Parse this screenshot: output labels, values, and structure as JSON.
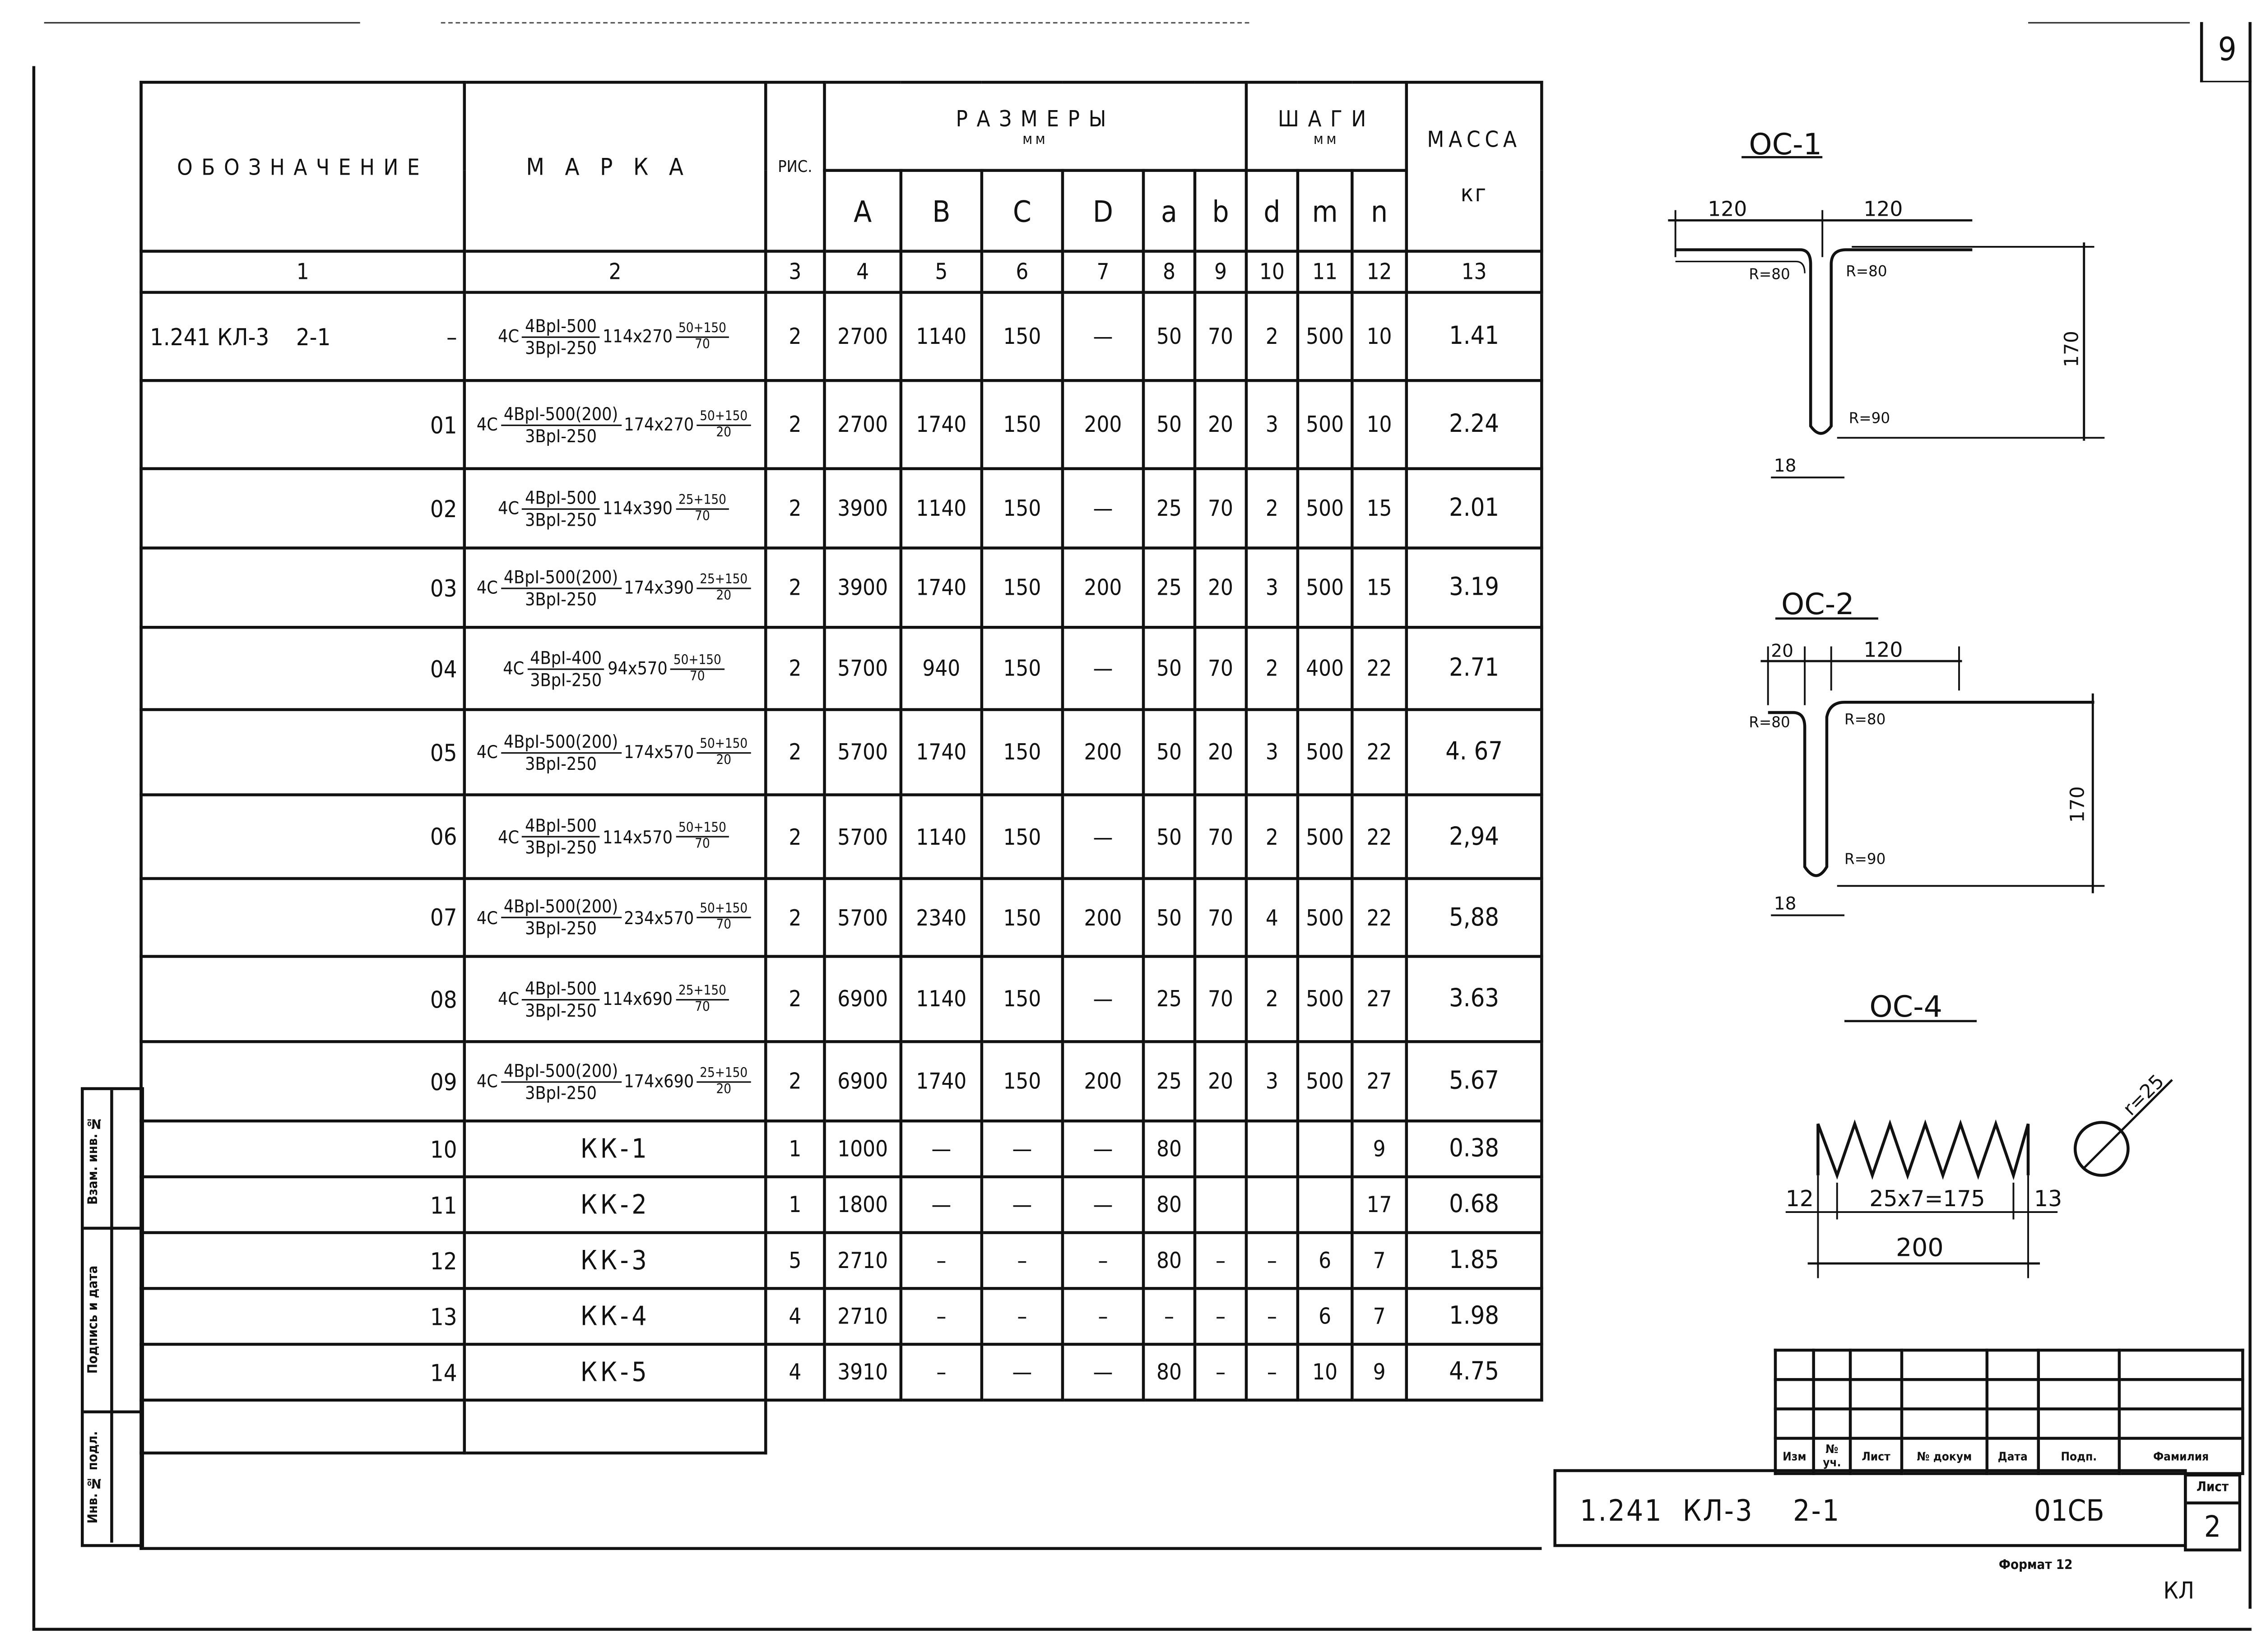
{
  "sheet_corner_number": "9",
  "table": {
    "headers": {
      "designation": "ОБОЗНАЧЕНИЕ",
      "mark": "МАРКА",
      "fig": "РИС.",
      "sizes": "РАЗМЕРЫ",
      "sizes_unit": "мм",
      "steps": "ШАГИ",
      "steps_unit": "мм",
      "mass": "МАССА",
      "mass_unit": "кг",
      "size_cols": [
        "A",
        "B",
        "C",
        "D",
        "a",
        "b"
      ],
      "step_cols": [
        "d",
        "m",
        "n"
      ]
    },
    "column_numbers": [
      "1",
      "2",
      "3",
      "4",
      "5",
      "6",
      "7",
      "8",
      "9",
      "10",
      "11",
      "12",
      "13"
    ],
    "rows": [
      {
        "prefix": "1.241 КЛ-3    2-1",
        "suffix": "–",
        "mark": {
          "coef": "4С",
          "num": "4ВрI-500",
          "den": "3ВрI-250",
          "dims": "114x270",
          "step_num": "50+150",
          "step_den": "70"
        },
        "fig": "2",
        "A": "2700",
        "B": "1140",
        "C": "150",
        "D": "—",
        "a": "50",
        "b": "70",
        "d": "2",
        "m": "500",
        "n": "10",
        "mass": "1.41"
      },
      {
        "prefix": "",
        "suffix": "01",
        "mark": {
          "coef": "4С",
          "num": "4ВрI-500(200)",
          "den": "3ВрI-250",
          "dims": "174x270",
          "step_num": "50+150",
          "step_den": "20"
        },
        "fig": "2",
        "A": "2700",
        "B": "1740",
        "C": "150",
        "D": "200",
        "a": "50",
        "b": "20",
        "d": "3",
        "m": "500",
        "n": "10",
        "mass": "2.24"
      },
      {
        "prefix": "",
        "suffix": "02",
        "mark": {
          "coef": "4С",
          "num": "4ВрI-500",
          "den": "3ВрI-250",
          "dims": "114x390",
          "step_num": "25+150",
          "step_den": "70"
        },
        "fig": "2",
        "A": "3900",
        "B": "1140",
        "C": "150",
        "D": "—",
        "a": "25",
        "b": "70",
        "d": "2",
        "m": "500",
        "n": "15",
        "mass": "2.01"
      },
      {
        "prefix": "",
        "suffix": "03",
        "mark": {
          "coef": "4С",
          "num": "4ВрI-500(200)",
          "den": "3ВрI-250",
          "dims": "174x390",
          "step_num": "25+150",
          "step_den": "20"
        },
        "fig": "2",
        "A": "3900",
        "B": "1740",
        "C": "150",
        "D": "200",
        "a": "25",
        "b": "20",
        "d": "3",
        "m": "500",
        "n": "15",
        "mass": "3.19"
      },
      {
        "prefix": "",
        "suffix": "04",
        "mark": {
          "coef": "4С",
          "num": "4ВрI-400",
          "den": "3ВрI-250",
          "dims": "94x570",
          "step_num": "50+150",
          "step_den": "70"
        },
        "fig": "2",
        "A": "5700",
        "B": "940",
        "C": "150",
        "D": "—",
        "a": "50",
        "b": "70",
        "d": "2",
        "m": "400",
        "n": "22",
        "mass": "2.71"
      },
      {
        "prefix": "",
        "suffix": "05",
        "mark": {
          "coef": "4С",
          "num": "4ВрI-500(200)",
          "den": "3ВрI-250",
          "dims": "174x570",
          "step_num": "50+150",
          "step_den": "20"
        },
        "fig": "2",
        "A": "5700",
        "B": "1740",
        "C": "150",
        "D": "200",
        "a": "50",
        "b": "20",
        "d": "3",
        "m": "500",
        "n": "22",
        "mass": "4. 67"
      },
      {
        "prefix": "",
        "suffix": "06",
        "mark": {
          "coef": "4С",
          "num": "4ВрI-500",
          "den": "3ВрI-250",
          "dims": "114x570",
          "step_num": "50+150",
          "step_den": "70"
        },
        "fig": "2",
        "A": "5700",
        "B": "1140",
        "C": "150",
        "D": "—",
        "a": "50",
        "b": "70",
        "d": "2",
        "m": "500",
        "n": "22",
        "mass": "2,94"
      },
      {
        "prefix": "",
        "suffix": "07",
        "mark": {
          "coef": "4С",
          "num": "4ВрI-500(200)",
          "den": "3ВрI-250",
          "dims": "234x570",
          "step_num": "50+150",
          "step_den": "70"
        },
        "fig": "2",
        "A": "5700",
        "B": "2340",
        "C": "150",
        "D": "200",
        "a": "50",
        "b": "70",
        "d": "4",
        "m": "500",
        "n": "22",
        "mass": "5,88"
      },
      {
        "prefix": "",
        "suffix": "08",
        "mark": {
          "coef": "4С",
          "num": "4ВрI-500",
          "den": "3ВрI-250",
          "dims": "114x690",
          "step_num": "25+150",
          "step_den": "70"
        },
        "fig": "2",
        "A": "6900",
        "B": "1140",
        "C": "150",
        "D": "—",
        "a": "25",
        "b": "70",
        "d": "2",
        "m": "500",
        "n": "27",
        "mass": "3.63"
      },
      {
        "prefix": "",
        "suffix": "09",
        "mark": {
          "coef": "4С",
          "num": "4ВрI-500(200)",
          "den": "3ВрI-250",
          "dims": "174x690",
          "step_num": "25+150",
          "step_den": "20"
        },
        "fig": "2",
        "A": "6900",
        "B": "1740",
        "C": "150",
        "D": "200",
        "a": "25",
        "b": "20",
        "d": "3",
        "m": "500",
        "n": "27",
        "mass": "5.67"
      },
      {
        "prefix": "",
        "suffix": "10",
        "mark_text": "КК-1",
        "fig": "1",
        "A": "1000",
        "B": "—",
        "C": "—",
        "D": "—",
        "a": "80",
        "b": "",
        "d": "",
        "m": "",
        "n": "9",
        "mass": "0.38"
      },
      {
        "prefix": "",
        "suffix": "11",
        "mark_text": "КК-2",
        "fig": "1",
        "A": "1800",
        "B": "—",
        "C": "—",
        "D": "—",
        "a": "80",
        "b": "",
        "d": "",
        "m": "",
        "n": "17",
        "mass": "0.68"
      },
      {
        "prefix": "",
        "suffix": "12",
        "mark_text": "КК-3",
        "fig": "5",
        "A": "2710",
        "B": "–",
        "C": "–",
        "D": "–",
        "a": "80",
        "b": "–",
        "d": "–",
        "m": "6",
        "n": "7",
        "mass": "1.85"
      },
      {
        "prefix": "",
        "suffix": "13",
        "mark_text": "КК-4",
        "fig": "4",
        "A": "2710",
        "B": "–",
        "C": "–",
        "D": "–",
        "a": "–",
        "b": "–",
        "d": "–",
        "m": "6",
        "n": "7",
        "mass": "1.98"
      },
      {
        "prefix": "",
        "suffix": "14",
        "mark_text": "КК-5",
        "fig": "4",
        "A": "3910",
        "B": "–",
        "C": "—",
        "D": "—",
        "a": "80",
        "b": "–",
        "d": "–",
        "m": "10",
        "n": "9",
        "mass": "4.75"
      }
    ]
  },
  "side_stamp": {
    "replace_inv": "Взам. инв. №",
    "signature_date": "Подпись и дата",
    "inv_original": "Инв. № подл."
  },
  "drawings": {
    "oc1": {
      "title": "ОС-1",
      "dim_left": "120",
      "dim_right": "120",
      "radius_left": "R=80",
      "radius_right": "R=80",
      "radius_bottom": "R=90",
      "width": "18",
      "height": "170"
    },
    "oc2": {
      "title": "ОС-2",
      "dim_left": "20",
      "dim_right": "120",
      "radius_left": "R=80",
      "radius_right": "R=80",
      "radius_bottom": "R=90",
      "width": "18",
      "height": "170"
    },
    "oc4": {
      "title": "ОС-4",
      "radius": "r=25",
      "dim_left": "12",
      "dim_mid": "25x7=175",
      "dim_right": "13",
      "total": "200"
    }
  },
  "title_block": {
    "headers": [
      "Изм",
      "№ уч.",
      "Лист",
      "№ докум",
      "Дата",
      "Подп.",
      "Фамилия"
    ],
    "code": "1.241  КЛ-3    2-1",
    "mark": "01СБ",
    "sheet_label": "Лист",
    "sheet": "2",
    "format": "Формат 12",
    "stamp": "КЛ"
  }
}
